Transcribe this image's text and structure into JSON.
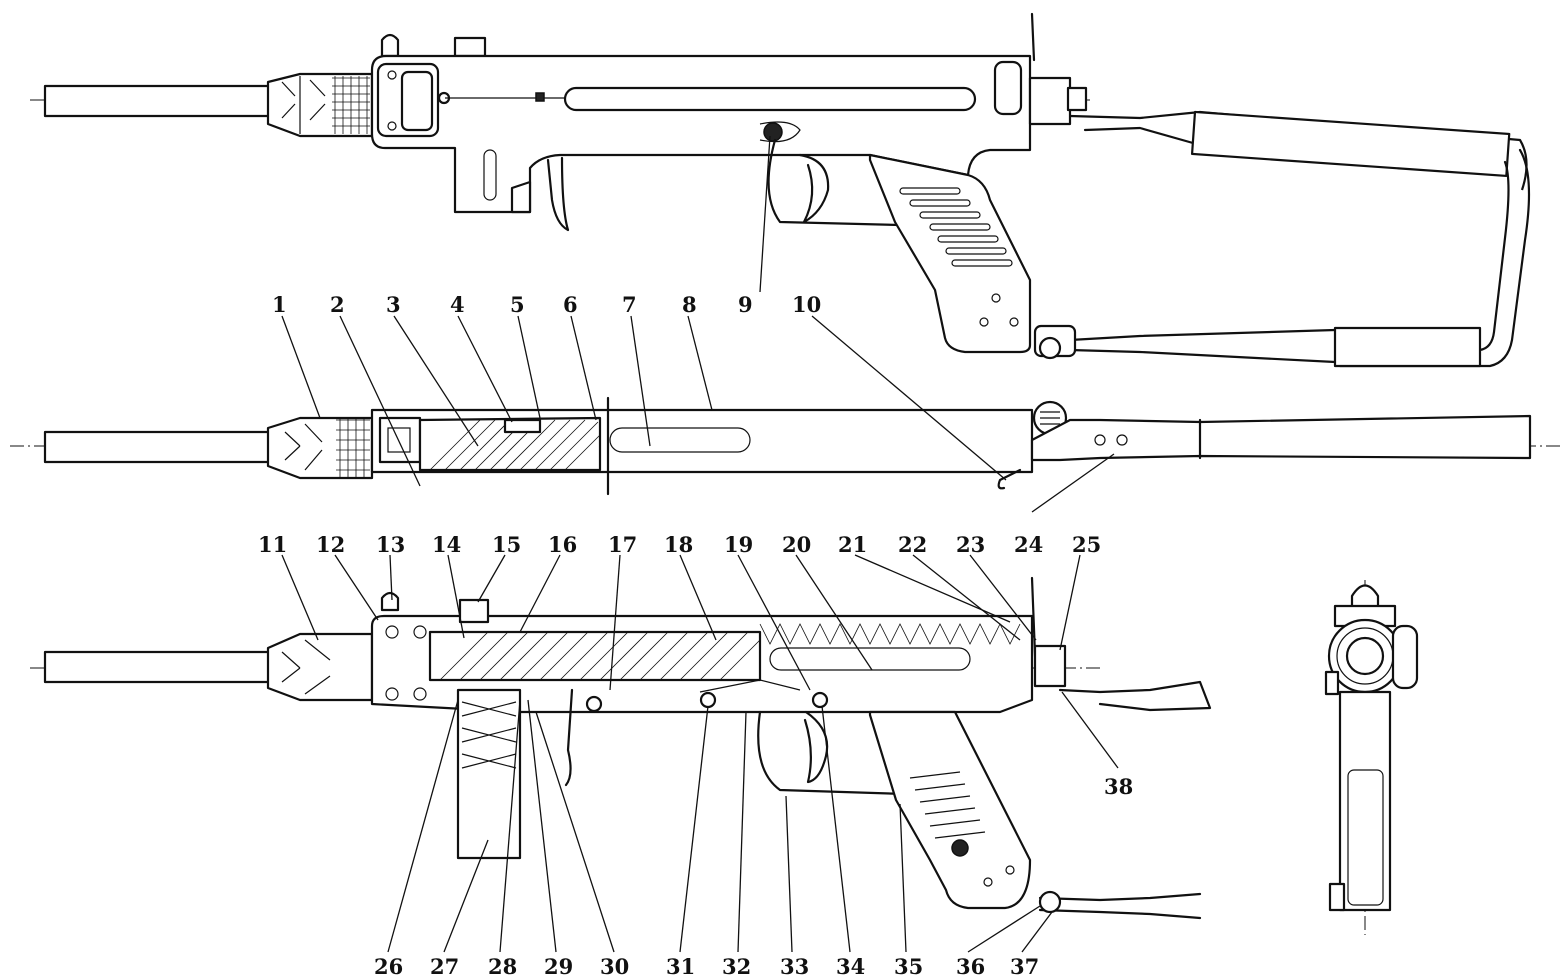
{
  "diagram": {
    "callouts": [
      {
        "id": "c1",
        "text": "1"
      },
      {
        "id": "c2",
        "text": "2"
      },
      {
        "id": "c3",
        "text": "3"
      },
      {
        "id": "c4",
        "text": "4"
      },
      {
        "id": "c5",
        "text": "5"
      },
      {
        "id": "c6",
        "text": "6"
      },
      {
        "id": "c7",
        "text": "7"
      },
      {
        "id": "c8",
        "text": "8"
      },
      {
        "id": "c9",
        "text": "9"
      },
      {
        "id": "c10",
        "text": "10"
      },
      {
        "id": "c11",
        "text": "11"
      },
      {
        "id": "c12",
        "text": "12"
      },
      {
        "id": "c13",
        "text": "13"
      },
      {
        "id": "c14",
        "text": "14"
      },
      {
        "id": "c15",
        "text": "15"
      },
      {
        "id": "c16",
        "text": "16"
      },
      {
        "id": "c17",
        "text": "17"
      },
      {
        "id": "c18",
        "text": "18"
      },
      {
        "id": "c19",
        "text": "19"
      },
      {
        "id": "c20",
        "text": "20"
      },
      {
        "id": "c21",
        "text": "21"
      },
      {
        "id": "c22",
        "text": "22"
      },
      {
        "id": "c23",
        "text": "23"
      },
      {
        "id": "c24",
        "text": "24"
      },
      {
        "id": "c25",
        "text": "25"
      },
      {
        "id": "c26",
        "text": "26"
      },
      {
        "id": "c27",
        "text": "27"
      },
      {
        "id": "c28",
        "text": "28"
      },
      {
        "id": "c29",
        "text": "29"
      },
      {
        "id": "c30",
        "text": "30"
      },
      {
        "id": "c31",
        "text": "31"
      },
      {
        "id": "c32",
        "text": "32"
      },
      {
        "id": "c33",
        "text": "33"
      },
      {
        "id": "c34",
        "text": "34"
      },
      {
        "id": "c35",
        "text": "35"
      },
      {
        "id": "c36",
        "text": "36"
      },
      {
        "id": "c37",
        "text": "37"
      },
      {
        "id": "c38",
        "text": "38"
      }
    ],
    "views": [
      "side-view",
      "top-view",
      "sectional-view",
      "rear-view"
    ],
    "line_color": "#111111",
    "background": "#ffffff"
  }
}
